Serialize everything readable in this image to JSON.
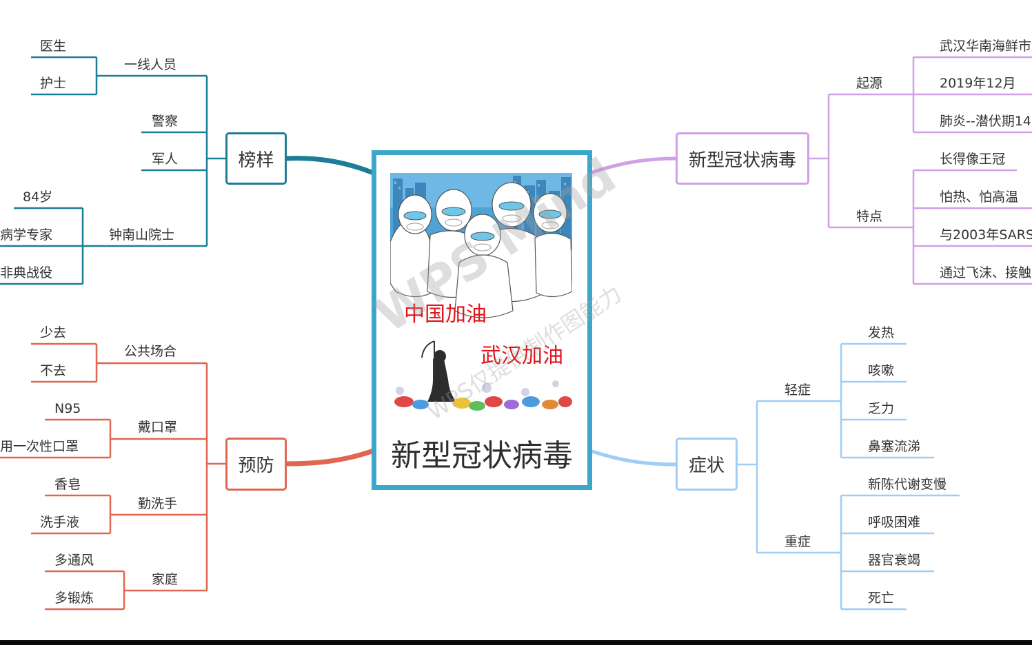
{
  "center": {
    "title": "新型冠状病毒",
    "cheer1": "中国加油",
    "cheer2": "武汉加油",
    "watermark": "WPS Mind",
    "watermark_sub": "WPS仅提供制作图能力"
  },
  "branches": {
    "role_models": {
      "label": "榜样",
      "color": "#1c7d96",
      "children": {
        "frontline": {
          "label": "一线人员",
          "items": [
            "医生",
            "护士"
          ]
        },
        "police": {
          "label": "警察"
        },
        "soldier": {
          "label": "军人"
        },
        "zhong": {
          "label": "钟南山院士",
          "items": [
            "84岁",
            "病学专家",
            "非典战役"
          ]
        }
      }
    },
    "virus": {
      "label": "新型冠状病毒",
      "color": "#cfa0e6",
      "children": {
        "origin": {
          "label": "起源",
          "items": [
            "武汉华南海鲜市",
            "2019年12月",
            "肺炎--潜伏期14"
          ]
        },
        "features": {
          "label": "特点",
          "items": [
            "长得像王冠",
            "怕热、怕高温",
            "与2003年SARS",
            "通过飞沫、接触"
          ]
        }
      }
    },
    "prevention": {
      "label": "预防",
      "color": "#e06650",
      "children": {
        "public": {
          "label": "公共场合",
          "items": [
            "少去",
            "不去"
          ]
        },
        "mask": {
          "label": "戴口罩",
          "items": [
            "N95",
            "用一次性口罩"
          ]
        },
        "wash": {
          "label": "勤洗手",
          "items": [
            "香皂",
            "洗手液"
          ]
        },
        "home": {
          "label": "家庭",
          "items": [
            "多通风",
            "多锻炼"
          ]
        }
      }
    },
    "symptoms": {
      "label": "症状",
      "color": "#9fcdf5",
      "children": {
        "mild": {
          "label": "轻症",
          "items": [
            "发热",
            "咳嗽",
            "乏力",
            "鼻塞流涕"
          ]
        },
        "severe": {
          "label": "重症",
          "items": [
            "新陈代谢变慢",
            "呼吸困难",
            "器官衰竭",
            "死亡"
          ]
        }
      }
    }
  }
}
